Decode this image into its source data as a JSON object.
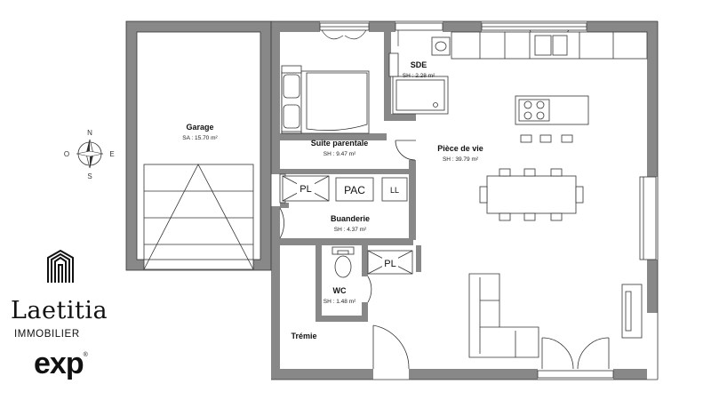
{
  "rooms": {
    "garage": {
      "name": "Garage",
      "area": "SA : 15.70 m²"
    },
    "suite": {
      "name": "Suite parentale",
      "area": "SH : 9.47 m²"
    },
    "sde": {
      "name": "SDE",
      "area": "SH : 2.28 m²"
    },
    "piece_vie": {
      "name": "Pièce de vie",
      "area": "SH : 39.79 m²"
    },
    "buanderie": {
      "name": "Buanderie",
      "area": "SH : 4.37 m²"
    },
    "wc": {
      "name": "WC",
      "area": "SH : 1.48 m²"
    },
    "tremie": {
      "name": "Trémie"
    }
  },
  "equipment": {
    "pl_1": "PL",
    "pl_2": "PL",
    "pac": "PAC",
    "ll": "LL"
  },
  "compass": {
    "n": "N",
    "s": "S",
    "e": "E",
    "o": "O"
  },
  "brand": {
    "name": "Laetitia",
    "sub": "IMMOBILIER",
    "network": "exp",
    "reg": "®"
  },
  "colors": {
    "wall": "#888888",
    "line": "#333333",
    "background": "#ffffff"
  }
}
